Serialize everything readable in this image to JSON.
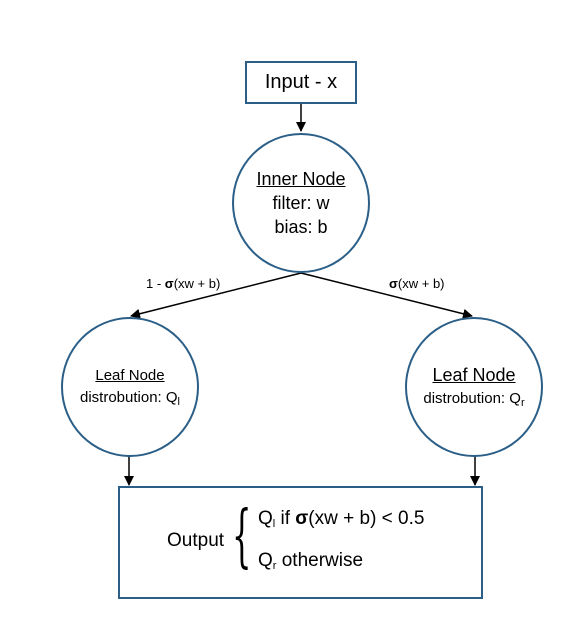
{
  "input_node": {
    "label": "Input - x"
  },
  "inner_node": {
    "title": "Inner Node",
    "filter": "filter: w",
    "bias": "bias: b"
  },
  "edge_left": {
    "sigma": "σ",
    "prefix": "1 - ",
    "expr": "(xw + b)"
  },
  "edge_right": {
    "sigma": "σ",
    "expr": "(xw + b)"
  },
  "leaf_left": {
    "title": "Leaf Node",
    "dist": "distrobution: Q",
    "sub": "l"
  },
  "leaf_right": {
    "title": "Leaf Node",
    "dist": "distrobution: Q",
    "sub": "r"
  },
  "output": {
    "label": "Output",
    "brace": "{",
    "case1_q": "Q",
    "case1_sub": "l",
    "case1_text_a": " if ",
    "case1_sigma": "σ",
    "case1_text_b": "(xw + b) < 0.5",
    "case2_q": "Q",
    "case2_sub": "r",
    "case2_text": " otherwise"
  },
  "colors": {
    "border": "#2b5f88",
    "edge": "#000000"
  }
}
